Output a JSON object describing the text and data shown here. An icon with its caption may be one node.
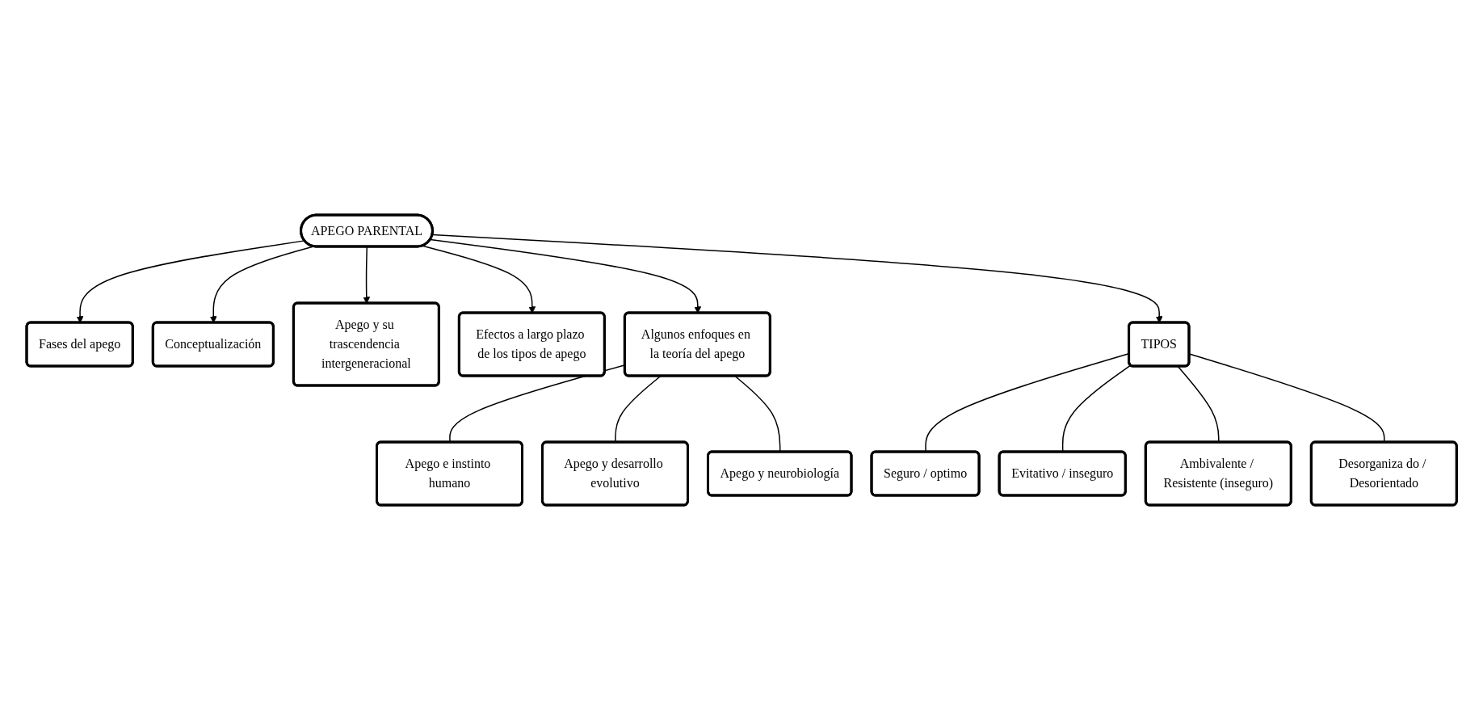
{
  "diagram": {
    "nodes": [
      {
        "text": [
          "APEGO PARENTAL"
        ]
      },
      {
        "text": [
          "Fases del apego"
        ]
      },
      {
        "text": [
          "Conceptualización"
        ]
      },
      {
        "text": [
          "Apego y su trascendencia intergeneracional"
        ]
      },
      {
        "text": [
          "Efectos a largo plazo de los tipos de apego"
        ]
      },
      {
        "text": [
          "Algunos enfoques en la teoría del apego"
        ]
      },
      {
        "text": [
          "TIPOS"
        ]
      },
      {
        "text": [
          "Seguro / optimo"
        ]
      },
      {
        "text": [
          "Evitativo / inseguro"
        ]
      },
      {
        "text": [
          "Ambivalente / Resistente (inseguro)"
        ]
      },
      {
        "text": [
          "Desorganiza do / Desorientado"
        ]
      },
      {
        "text": [
          "Apego e instinto humano"
        ]
      },
      {
        "text": [
          "Apego y desarrollo evolutivo"
        ]
      },
      {
        "text": [
          "Apego y neurobiología"
        ]
      }
    ],
    "edges": [
      {
        "from": 0,
        "to": 1,
        "arrow": "to"
      },
      {
        "from": 0,
        "to": 2,
        "arrow": "to"
      },
      {
        "from": 0,
        "to": 3,
        "arrow": "to"
      },
      {
        "from": 0,
        "to": 4,
        "arrow": "to"
      },
      {
        "from": 0,
        "to": 5,
        "arrow": "to"
      },
      {
        "from": 0,
        "to": 6,
        "arrow": "to"
      },
      {
        "from": 6,
        "to": 7,
        "arrow": "none"
      },
      {
        "from": 6,
        "to": 8,
        "arrow": "none"
      },
      {
        "from": 6,
        "to": 9,
        "arrow": "none"
      },
      {
        "from": 6,
        "to": 10,
        "arrow": "none"
      },
      {
        "from": 5,
        "to": 11,
        "arrow": "none"
      },
      {
        "from": 5,
        "to": 12,
        "arrow": "none"
      },
      {
        "from": 5,
        "to": 13,
        "arrow": "none"
      }
    ]
  }
}
